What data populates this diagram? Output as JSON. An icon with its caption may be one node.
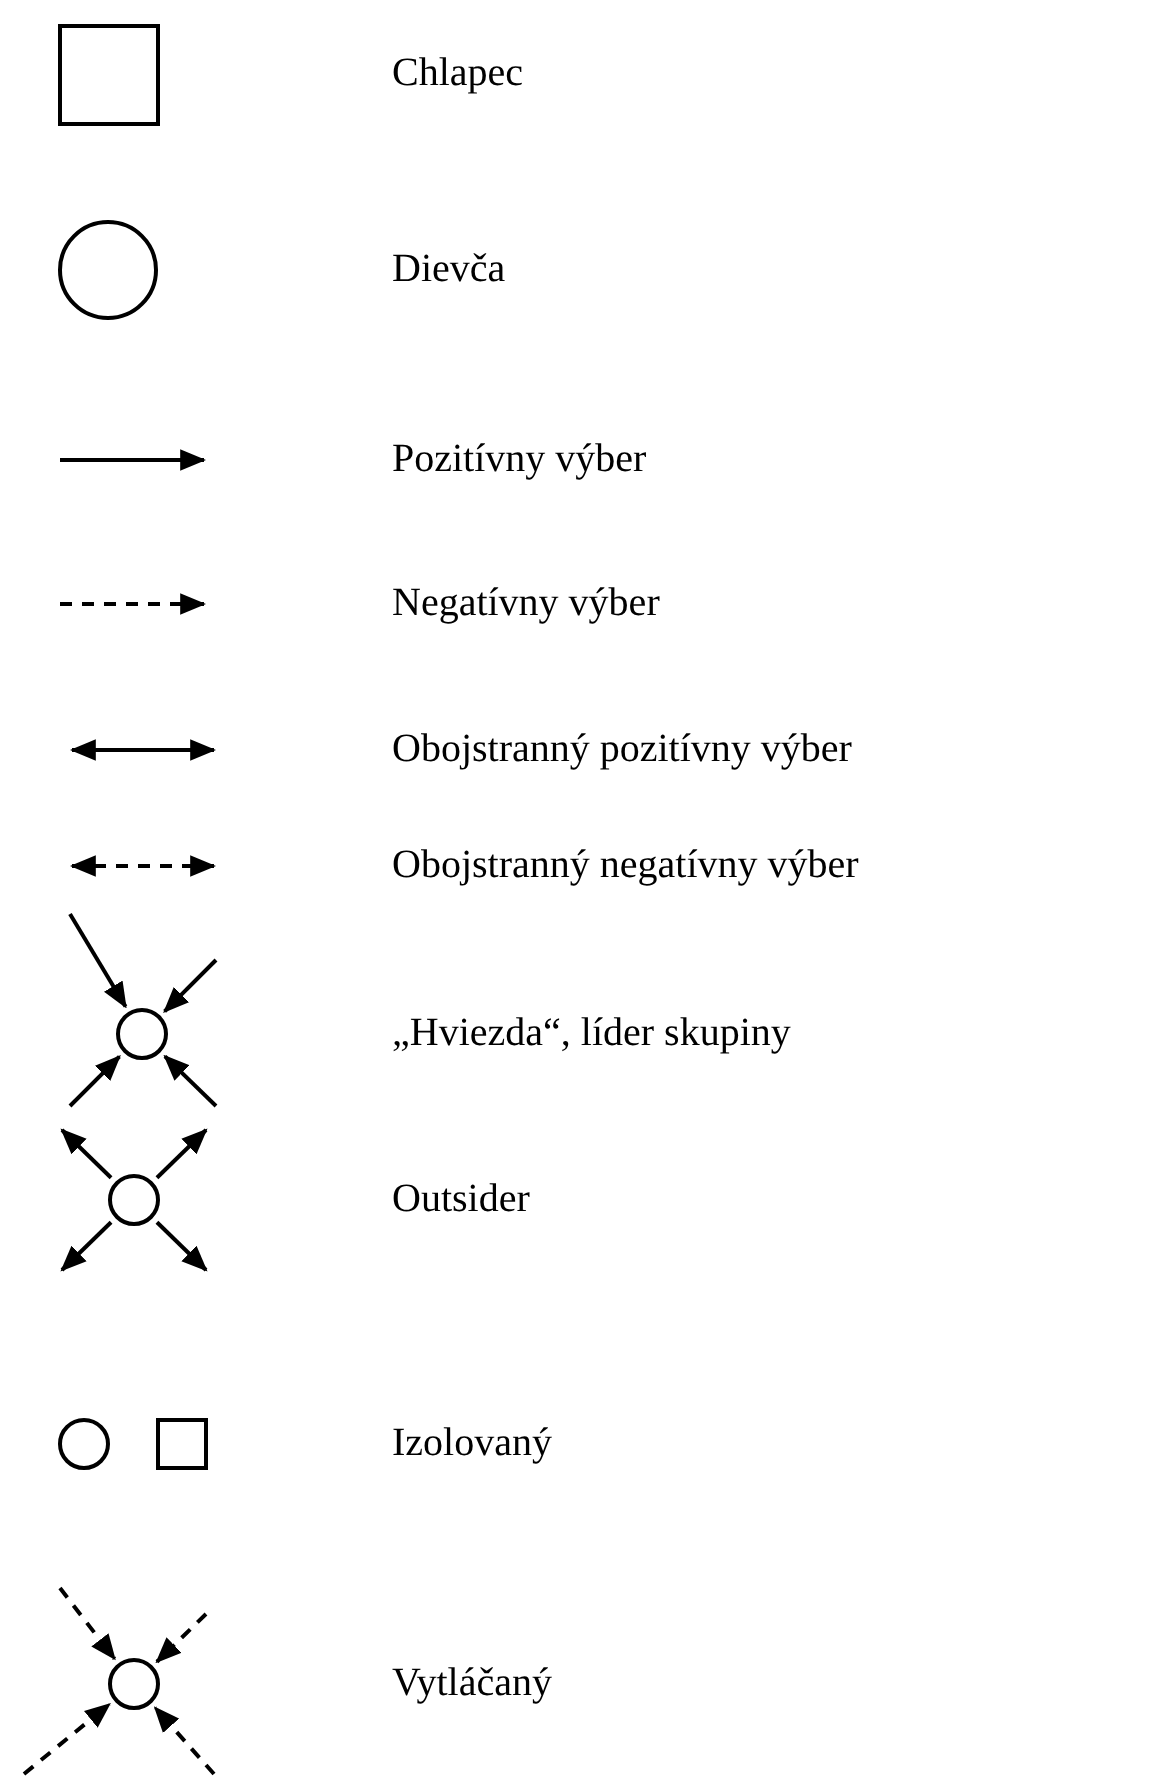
{
  "diagram": {
    "legend": [
      {
        "text": "Chlapec"
      },
      {
        "text": "Dievča"
      },
      {
        "text": "Pozitívny výber"
      },
      {
        "text": "Negatívny výber"
      },
      {
        "text": "Obojstranný pozitívny výber"
      },
      {
        "text": "Obojstranný negatívny výber"
      },
      {
        "text": "„Hviezda“, líder skupiny"
      },
      {
        "text": "Outsider"
      },
      {
        "text": "Izolovaný"
      },
      {
        "text": "Vytláčaný"
      }
    ]
  }
}
